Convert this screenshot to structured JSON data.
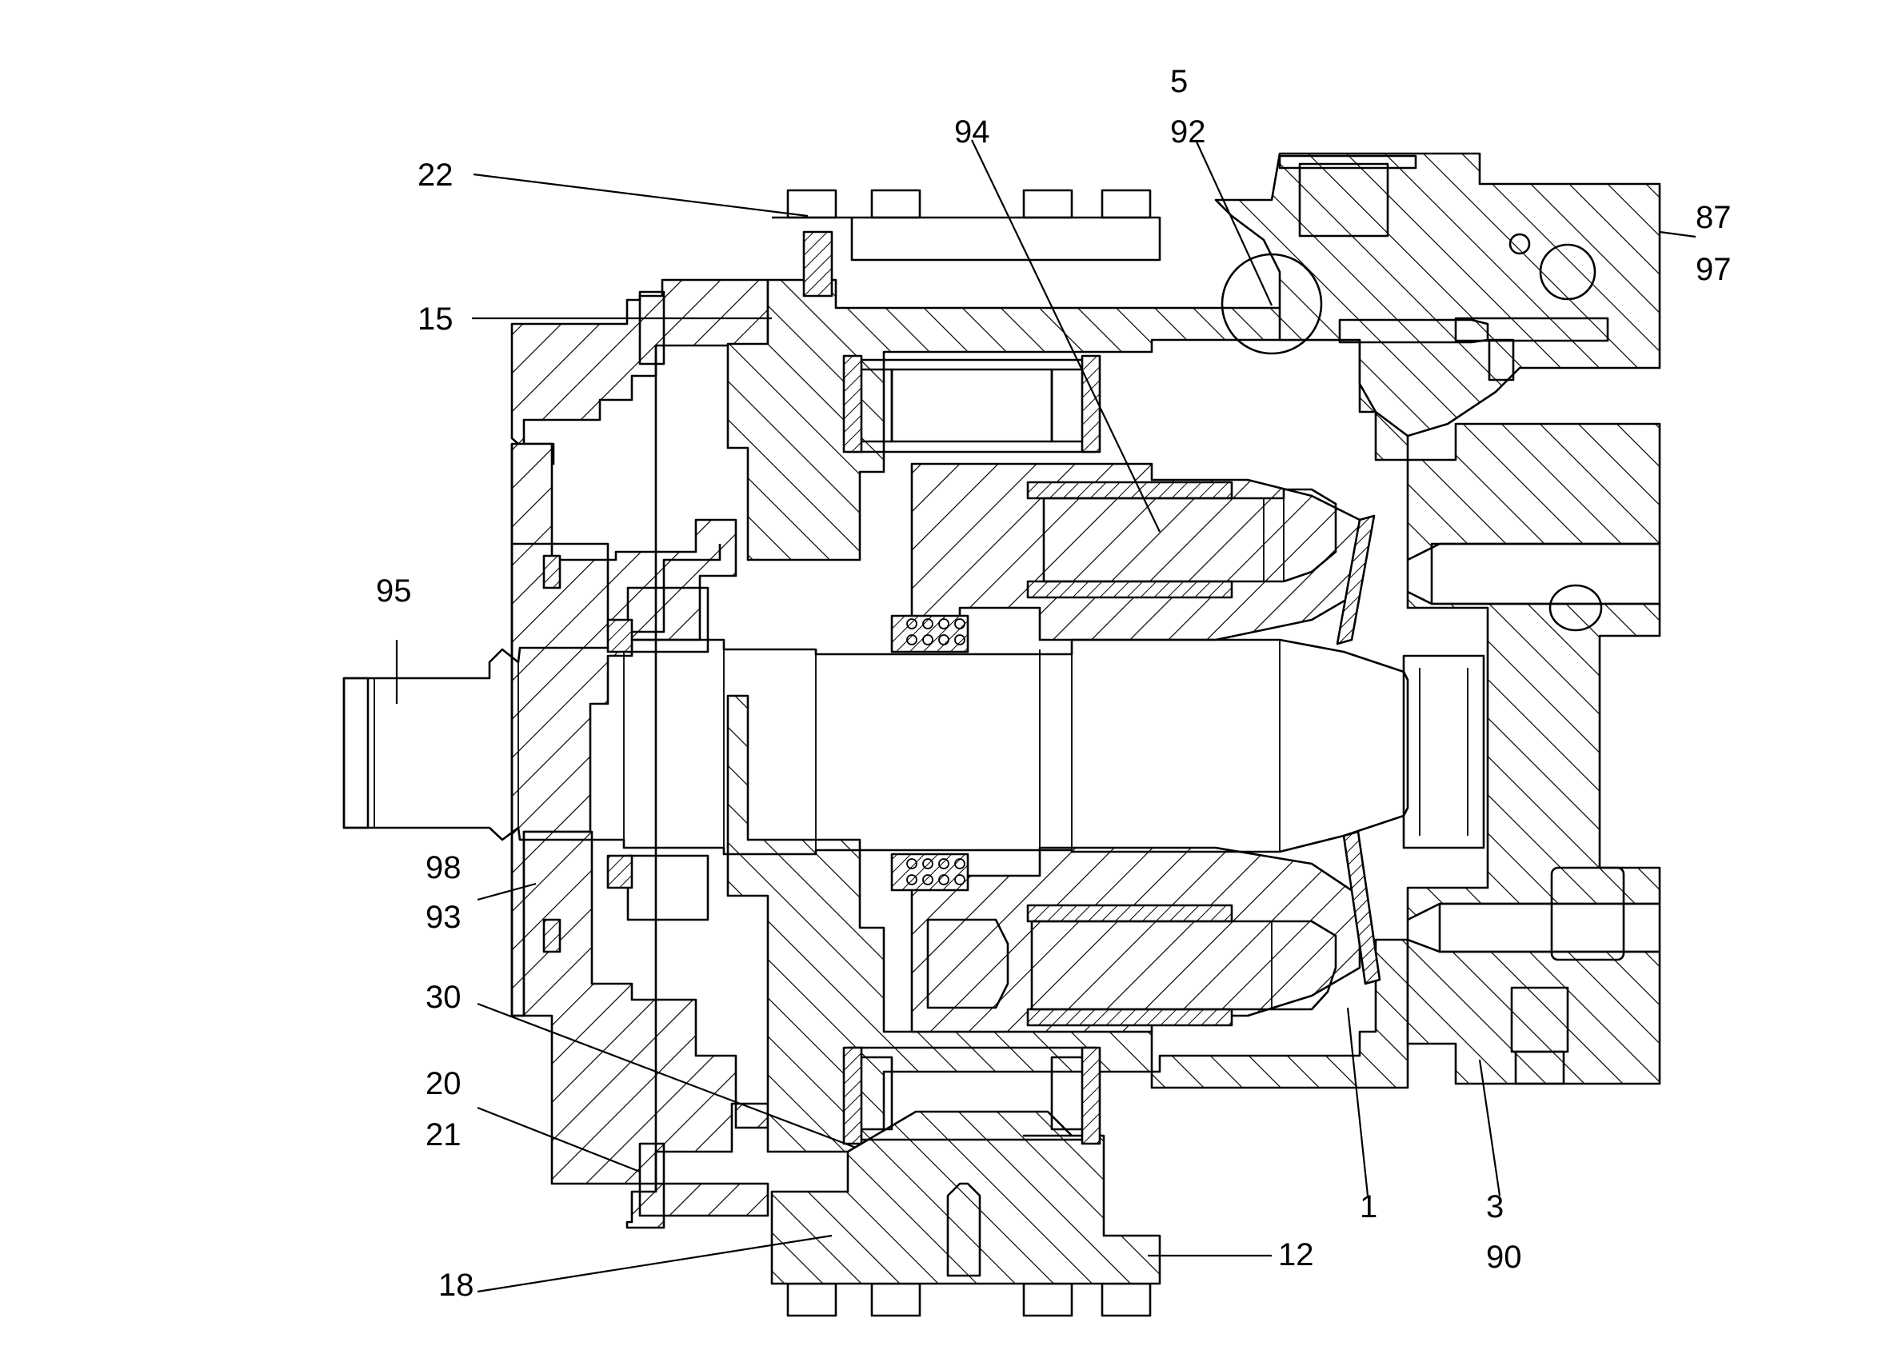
{
  "callouts": {
    "c5": "5",
    "c92": "92",
    "c94": "94",
    "c22": "22",
    "c87": "87",
    "c97": "97",
    "c15": "15",
    "c95": "95",
    "c98": "98",
    "c93": "93",
    "c30": "30",
    "c20": "20",
    "c21": "21",
    "c18": "18",
    "c12": "12",
    "c1": "1",
    "c3": "3",
    "c90": "90"
  }
}
